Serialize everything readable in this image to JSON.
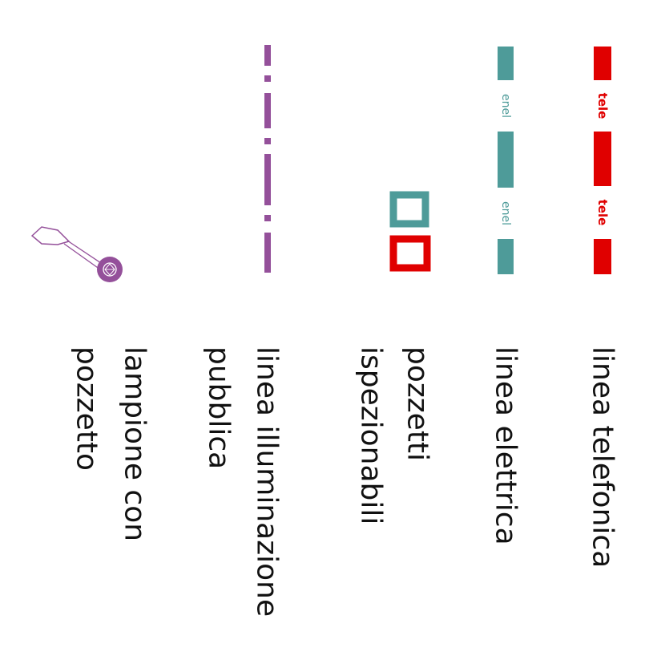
{
  "legend": {
    "items": [
      {
        "id": "telephone-line",
        "label_lines": [
          "linea telefonica"
        ],
        "symbol_text": "tele",
        "color": "#e00000",
        "symbol": "dashed-line-with-text"
      },
      {
        "id": "electric-line",
        "label_lines": [
          "linea elettrica"
        ],
        "symbol_text": "enel",
        "color": "#4e9b99",
        "symbol": "dashed-line-with-text"
      },
      {
        "id": "inspection-manholes",
        "label_lines": [
          "pozzetti",
          "ispezionabili"
        ],
        "colors": [
          "#4e9b99",
          "#e00000"
        ],
        "symbol": "square-outlines"
      },
      {
        "id": "public-lighting-line",
        "label_lines": [
          "linea illuminazione",
          "pubblica"
        ],
        "color": "#94509a",
        "symbol": "dash-dot-line"
      },
      {
        "id": "streetlamp",
        "label_lines": [
          "lampione con",
          "pozzetto"
        ],
        "color": "#94509a",
        "symbol": "streetlamp-icon"
      }
    ]
  }
}
